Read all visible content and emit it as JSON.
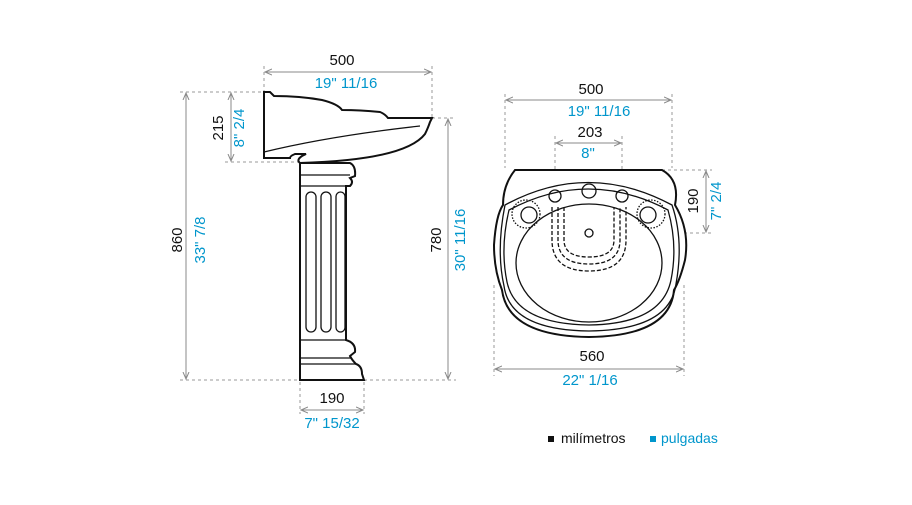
{
  "side_view": {
    "width_mm": "500",
    "width_in": "19\" 11/16",
    "height_total_mm": "860",
    "height_total_in": "33\" 7/8",
    "basin_height_mm": "215",
    "basin_height_in": "8\" 2/4",
    "rim_height_mm": "780",
    "rim_height_in": "30\" 11/16",
    "base_width_mm": "190",
    "base_width_in": "7\" 15/32"
  },
  "top_view": {
    "width_mm": "500",
    "width_in": "19\" 11/16",
    "faucet_spacing_mm": "203",
    "faucet_spacing_in": "8\"",
    "drain_offset_mm": "190",
    "drain_offset_in": "7\" 2/4",
    "overall_width_mm": "560",
    "overall_width_in": "22\" 1/16"
  },
  "legend": {
    "mm_label": "milímetros",
    "in_label": "pulgadas"
  },
  "colors": {
    "mm": "#111111",
    "in": "#0096cc"
  }
}
